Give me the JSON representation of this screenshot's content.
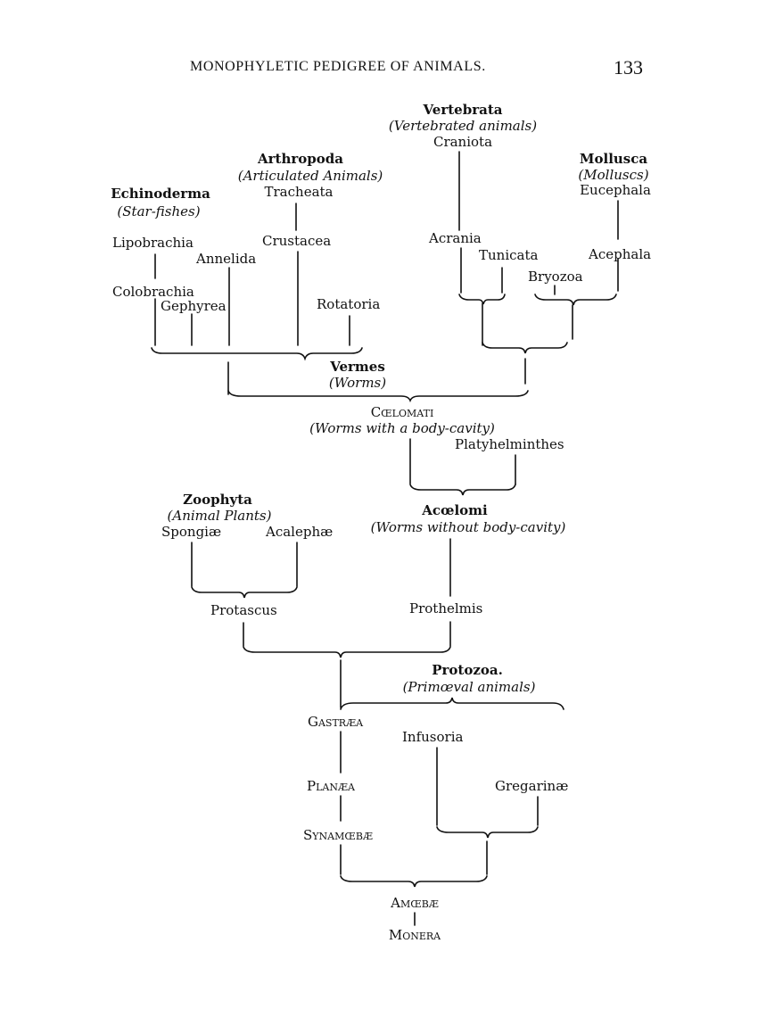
{
  "header": {
    "title": "MONOPHYLETIC PEDIGREE OF ANIMALS.",
    "page_number": "133"
  },
  "tree": {
    "vertebrata": {
      "name": "Vertebrata",
      "gloss": "(Vertebrated animals)",
      "sub": "Craniota"
    },
    "arthropoda": {
      "name": "Arthropoda",
      "gloss": "(Articulated Animals)",
      "sub": "Tracheata"
    },
    "mollusca": {
      "name": "Mollusca",
      "gloss": "(Molluscs)",
      "sub": "Eucephala"
    },
    "echinoderma": {
      "name": "Echinoderma",
      "gloss": "(Star-fishes)"
    },
    "lipobrachia": "Lipobrachia",
    "crustacea": "Crustacea",
    "annelida": "Annelida",
    "acrania": "Acrania",
    "tunicata": "Tunicata",
    "acephala": "Acephala",
    "bryozoa": "Bryozoa",
    "colobrachia": "Colobrachia",
    "gephyrea": "Gephyrea",
    "rotatoria": "Rotatoria",
    "vermes": {
      "name": "Vermes",
      "gloss": "(Worms)"
    },
    "coelomati": {
      "name": "Cœlomati",
      "gloss": "(Worms with a body-cavity)"
    },
    "platyhelminthes": "Platyhelminthes",
    "zoophyta": {
      "name": "Zoophyta",
      "gloss": "(Animal Plants)"
    },
    "spongiae": "Spongiæ",
    "acalephae": "Acalephæ",
    "acoelomi": {
      "name": "Acœlomi",
      "gloss": "(Worms without body-cavity)"
    },
    "protascus": "Protascus",
    "prothelmis": "Prothelmis",
    "protozoa": {
      "name": "Protozoa.",
      "gloss": "(Primœval animals)"
    },
    "gastraea": "Gastræa",
    "infusoria": "Infusoria",
    "planaea": "Planæa",
    "gregarinae": "Gregarinæ",
    "synamoebae": "Synamœbæ",
    "amoebae": "Amœbæ",
    "monera": "Monera"
  },
  "colors": {
    "ink": "#111111",
    "paper": "#ffffff"
  }
}
